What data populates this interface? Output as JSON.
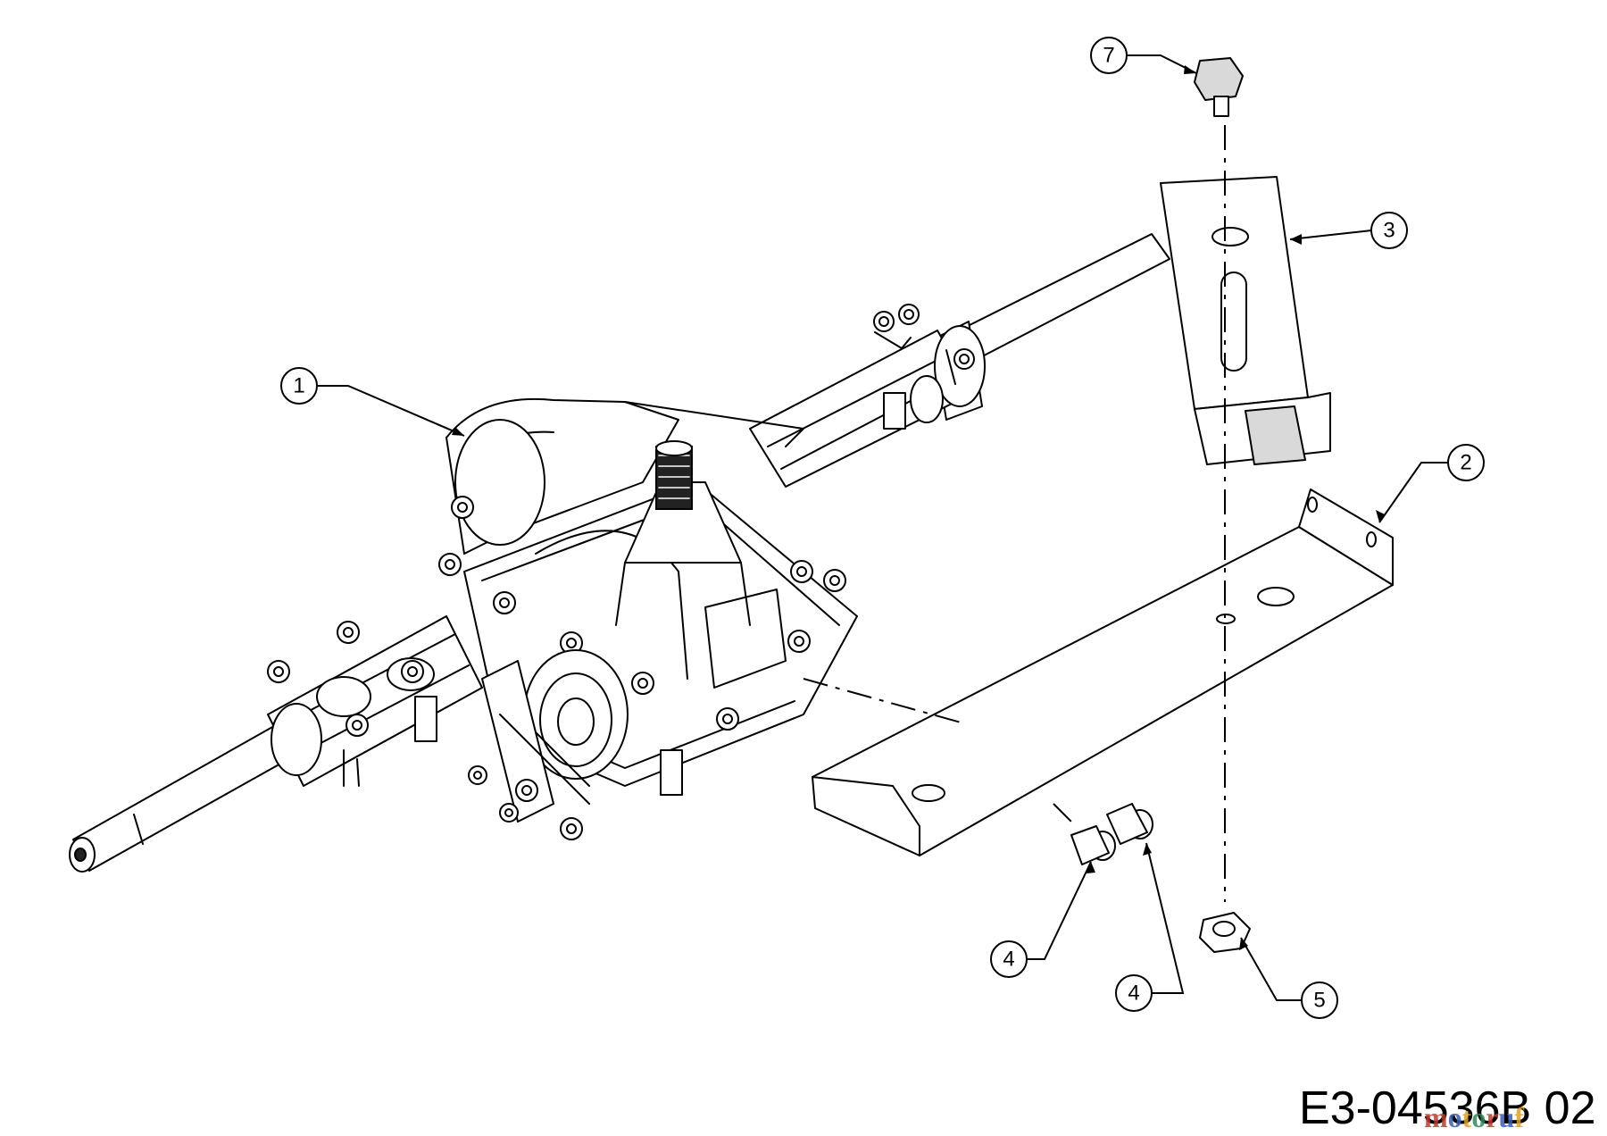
{
  "callouts": [
    {
      "label": "1"
    },
    {
      "label": "2"
    },
    {
      "label": "3"
    },
    {
      "label": "4"
    },
    {
      "label": "4"
    },
    {
      "label": "5"
    },
    {
      "label": "7"
    }
  ],
  "drawing_code": "E3-04536B 02",
  "watermark": {
    "text": "motoruf",
    "colors": [
      "#c0392b",
      "#3b5bb5",
      "#e0a020",
      "#2e8b57"
    ]
  }
}
